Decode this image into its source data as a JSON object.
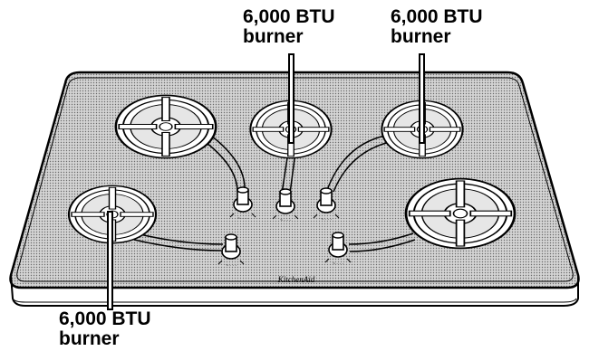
{
  "callouts": {
    "top_center": {
      "line1": "6,000 BTU",
      "line2": "burner"
    },
    "top_right": {
      "line1": "6,000 BTU",
      "line2": "burner"
    },
    "bottom_left": {
      "line1": "6,000 BTU",
      "line2": "burner"
    }
  },
  "brand_text": "KitchenAid",
  "colors": {
    "ink": "#000000",
    "cooktop": "#bfbfbf",
    "paper": "#ffffff"
  }
}
